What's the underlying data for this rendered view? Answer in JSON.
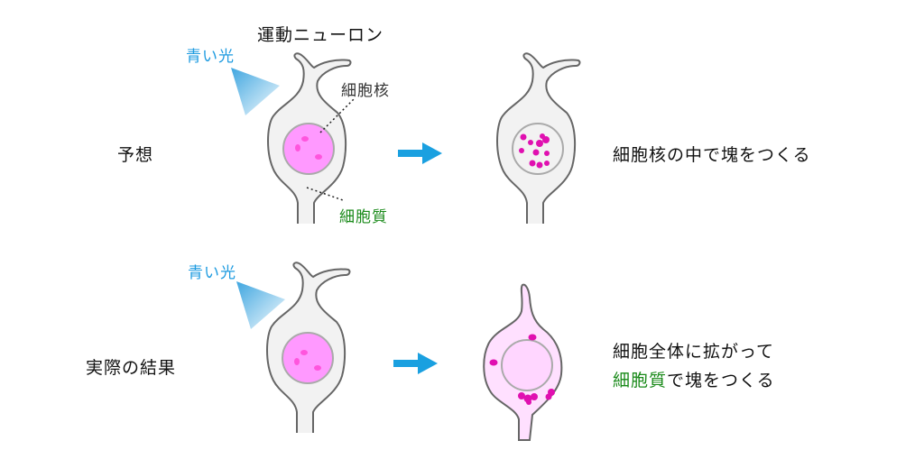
{
  "labels": {
    "neuron_title": "運動ニューロン",
    "blue_light_top": "青い光",
    "blue_light_bottom": "青い光",
    "nucleus": "細胞核",
    "cytoplasm": "細胞質",
    "prediction": "予想",
    "actual_result": "実際の結果",
    "prediction_result": "細胞核の中で塊をつくる",
    "actual_line1": "細胞全体に拡がって",
    "actual_line2_green": "細胞質",
    "actual_line2_rest": "で塊をつくる"
  },
  "colors": {
    "blue_light": "#1e9be0",
    "cytoplasm_label": "#1a8a1a",
    "nucleus_fill": "#ff99ff",
    "cell_fill": "#f2f2f2",
    "aggregate": "#e010b0",
    "arrow": "#1aa0e0"
  }
}
